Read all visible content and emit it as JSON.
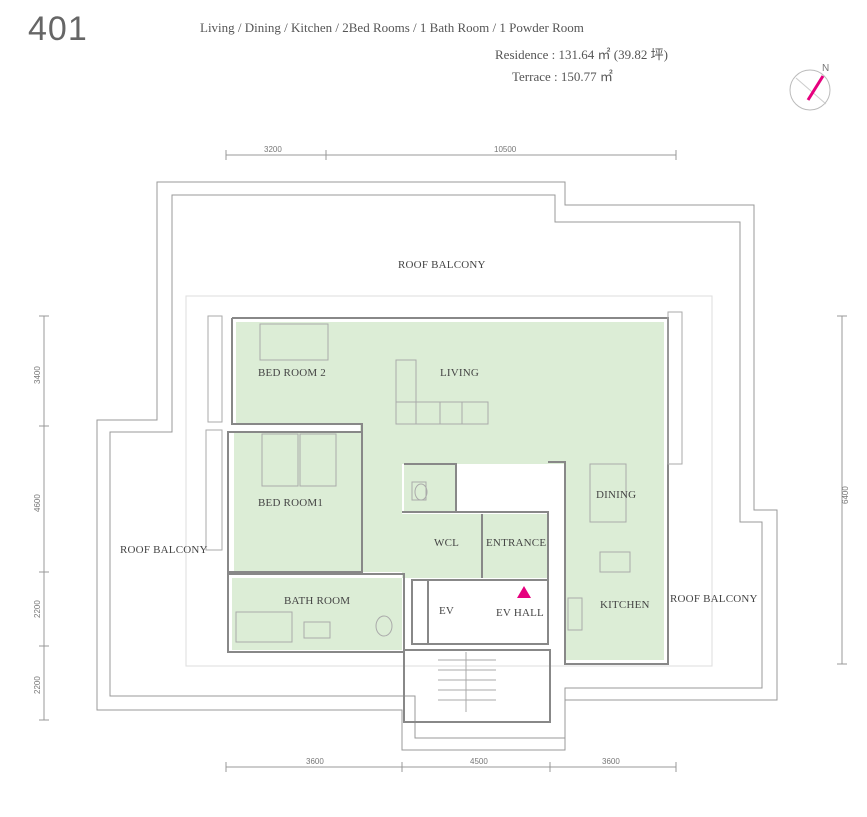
{
  "header": {
    "unit_number": "401",
    "layout_summary": "Living / Dining / Kitchen / 2Bed Rooms / 1 Bath Room / 1 Powder Room",
    "residence": "Residence :  131.64 ㎡ (39.82 坪)",
    "terrace": "Terrace :  150.77 ㎡"
  },
  "compass": {
    "north_label": "N"
  },
  "rooms": {
    "roof_balcony_top": "ROOF BALCONY",
    "roof_balcony_left": "ROOF BALCONY",
    "roof_balcony_right": "ROOF BALCONY",
    "bedroom2": "BED ROOM 2",
    "bedroom1": "BED ROOM1",
    "living": "LIVING",
    "dining": "DINING",
    "wcl": "WCL",
    "entrance": "ENTRANCE",
    "bathroom": "BATH ROOM",
    "ev": "EV",
    "ev_hall": "EV HALL",
    "kitchen": "KITCHEN"
  },
  "dimensions": {
    "top_left": "3200",
    "top_right": "10500",
    "left_1": "3400",
    "left_2": "4600",
    "left_3": "2200",
    "left_4": "2200",
    "right": "6400",
    "bottom_left": "3600",
    "bottom_mid": "4500",
    "bottom_right": "3600"
  },
  "colors": {
    "room_fill": "#dcedd6",
    "wall": "#888888",
    "entrance_marker": "#e6007e"
  }
}
